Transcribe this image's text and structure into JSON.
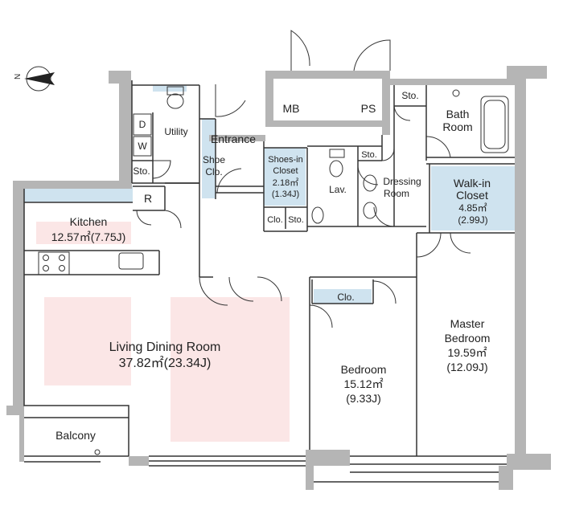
{
  "compass": {
    "north_label": "N"
  },
  "rooms": {
    "mb": "MB",
    "ps": "PS",
    "sto_bath": "Sto.",
    "bath": [
      "Bath",
      "Room"
    ],
    "utility": "Utility",
    "dw": [
      "D",
      "W"
    ],
    "sto_utility": "Sto.",
    "r": "R",
    "entrance": "Entrance",
    "shoe_clo": [
      "Shoe",
      "Clo."
    ],
    "shoes_in_closet": [
      "Shoes-in",
      "Closet",
      "2.18㎡",
      "(1.34J)"
    ],
    "clo_small": "Clo.",
    "sto_small": "Sto.",
    "sto_dressing": "Sto.",
    "lav": "Lav.",
    "dressing": [
      "Dressing",
      "Room"
    ],
    "walkin": [
      "Walk-in",
      "Closet",
      "4.85㎡",
      "(2.99J)"
    ],
    "kitchen": [
      "Kitchen",
      "12.57㎡(7.75J)"
    ],
    "living": [
      "Living Dining Room",
      "37.82㎡(23.34J)"
    ],
    "clo_bedroom": "Clo.",
    "bedroom": [
      "Bedroom",
      "15.12㎡",
      "(9.33J)"
    ],
    "master": [
      "Master",
      "Bedroom",
      "19.59㎡",
      "(12.09J)"
    ],
    "balcony": "Balcony"
  },
  "colors": {
    "wall": "#b5b5b5",
    "line": "#333333",
    "closet_blue": "#cfe3ef",
    "floor_pink": "#fbe6e6"
  }
}
